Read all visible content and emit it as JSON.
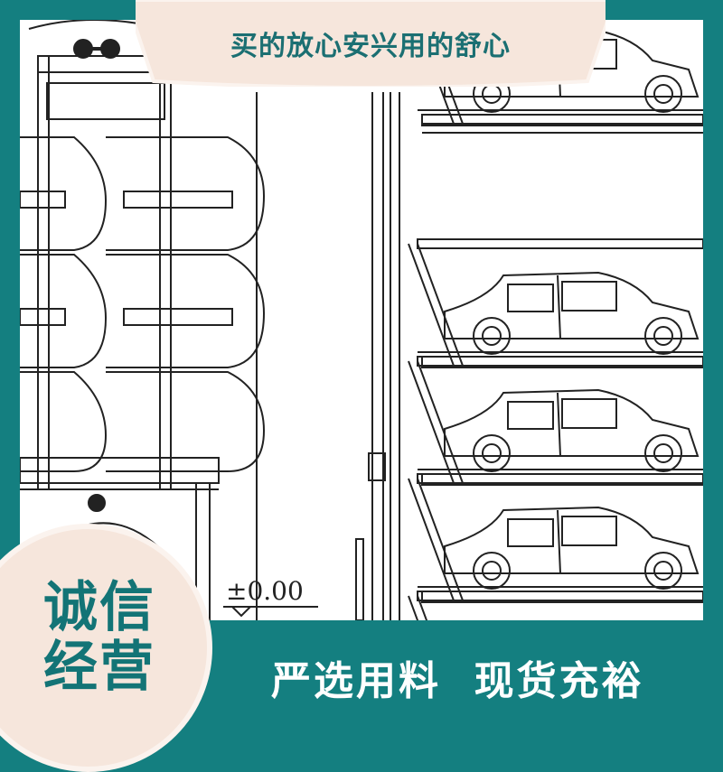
{
  "banner": {
    "title": "买的放心安兴用的舒心"
  },
  "badge": {
    "line1": "诚信",
    "line2": "经营"
  },
  "footer": {
    "slogan": "严选用料  现货充裕"
  },
  "drawing": {
    "elevation_label": "±0.00"
  },
  "colors": {
    "teal": "#147f80",
    "cream": "#f6e6dc",
    "text_teal": "#137476",
    "white": "#ffffff"
  }
}
